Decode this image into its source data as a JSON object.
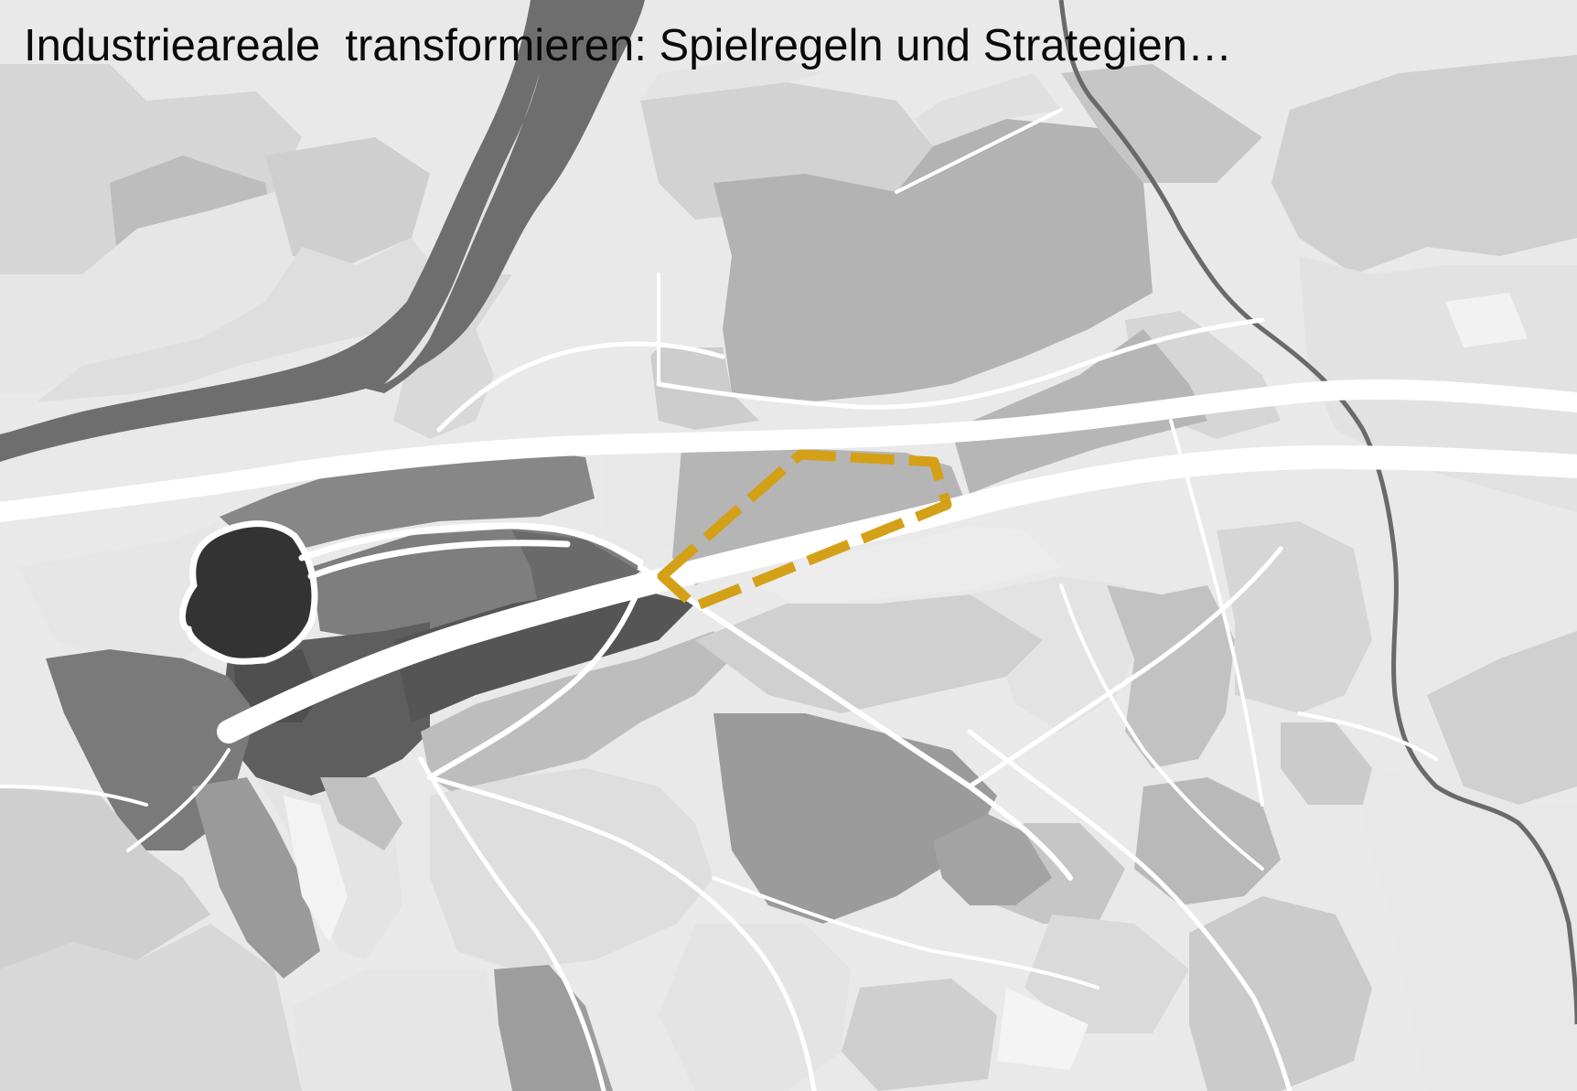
{
  "slide": {
    "title": "Industrieareale  transformieren: Spielregeln und Strategien…"
  },
  "colors": {
    "background": "#ffffff",
    "parcel_lightest": "#e8e8e8",
    "parcel_light": "#d0d0d0",
    "parcel_mid": "#b4b4b4",
    "parcel_medium_dark": "#9c9c9c",
    "parcel_dark": "#848484",
    "parcel_darker": "#6a6a6a",
    "old_town": "#333333",
    "river": "#6e6e6e",
    "stream": "#6a6a6a",
    "roads": "#ffffff",
    "highlight_outline": "#d4a017"
  },
  "map": {
    "highlighted_site": "transformation-area",
    "highlight_style": "dashed-outline"
  }
}
